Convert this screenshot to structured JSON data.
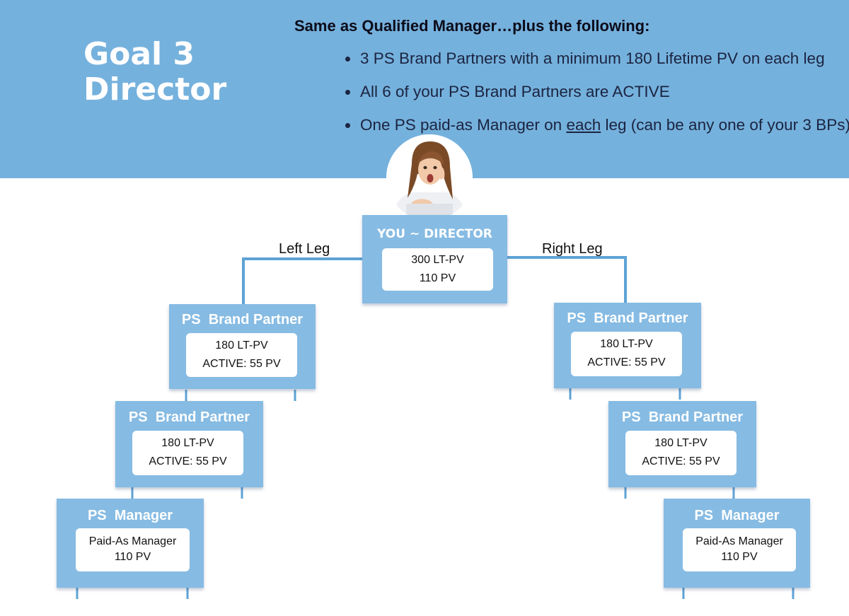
{
  "header": {
    "goal_line1": "Goal 3",
    "goal_line2": "Director",
    "heading": "Same as Qualified Manager…plus the following:",
    "requirements": [
      {
        "text": "3 PS Brand Partners with a minimum 180 Lifetime PV on each leg"
      },
      {
        "text": "All 6 of your PS Brand Partners are ACTIVE"
      },
      {
        "before": "One PS paid-as Manager on ",
        "underlined": "each",
        "after": " leg (can be any one of your 3 BPs)"
      }
    ]
  },
  "legs": {
    "left": "Left Leg",
    "right": "Right Leg"
  },
  "you": {
    "title": "YOU ~ DIRECTOR",
    "line1": "300 LT-PV",
    "line2": "110 PV"
  },
  "left_leg": [
    {
      "title": "PS  Brand Partner",
      "line1": "180 LT-PV",
      "line2": "ACTIVE: 55 PV"
    },
    {
      "title": "PS  Brand Partner",
      "line1": "180 LT-PV",
      "line2": "ACTIVE: 55 PV"
    },
    {
      "title": "PS  Manager",
      "line1": "Paid-As Manager",
      "line2": "110 PV"
    }
  ],
  "right_leg": [
    {
      "title": "PS  Brand Partner",
      "line1": "180 LT-PV",
      "line2": "ACTIVE: 55 PV"
    },
    {
      "title": "PS  Brand Partner",
      "line1": "180 LT-PV",
      "line2": "ACTIVE: 55 PV"
    },
    {
      "title": "PS  Manager",
      "line1": "Paid-As Manager",
      "line2": "110 PV"
    }
  ],
  "colors": {
    "banner": "#75b1dd",
    "node": "#86bbe3",
    "connector": "#5ea3d6"
  }
}
